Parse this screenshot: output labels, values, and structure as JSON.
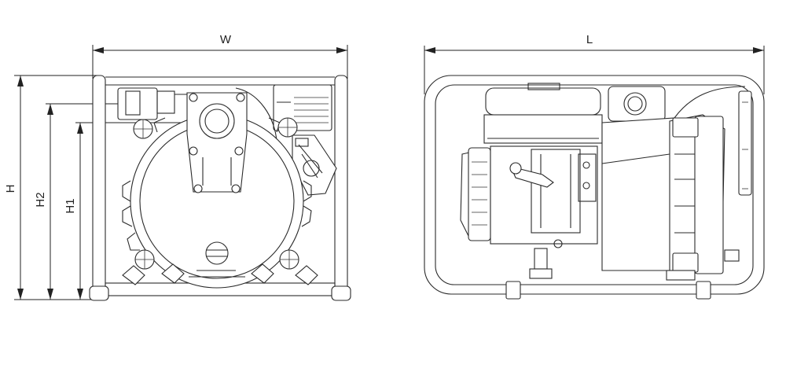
{
  "labels": {
    "width": "W",
    "length": "L",
    "height": "H",
    "height2": "H2",
    "height1": "H1"
  }
}
